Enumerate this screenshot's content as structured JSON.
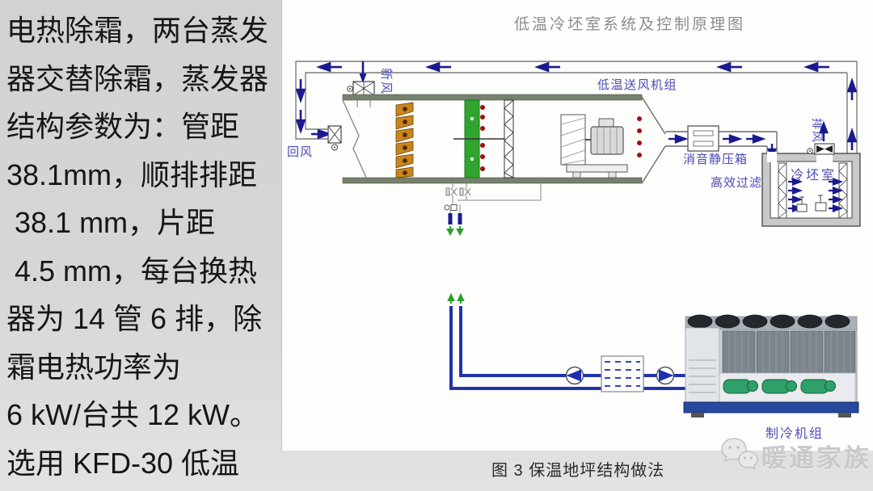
{
  "left_panel": {
    "lines": [
      "电热除霜，两台蒸发",
      "器交替除霜，蒸发器",
      "结构参数为：管距",
      "38.1mm，顺排排距",
      " 38.1 mm，片距",
      " 4.5 mm，每台换热",
      "器为 14 管 6 排，除",
      "霜电热功率为",
      "6 kW/台共 12 kW。",
      "选用 KFD-30 低温"
    ]
  },
  "diagram": {
    "title": "低温冷坯室系统及控制原理图",
    "labels": {
      "fresh_air": "新风",
      "return_air": "回风",
      "ahu": "低温送风机组",
      "silencer": "消音静压箱",
      "hepa": "高效过滤",
      "exhaust": "排风",
      "cold_room": "冷坯室",
      "chiller": "制冷机组"
    }
  },
  "caption": "图 3 保温地坪结构做法",
  "watermark": "暖通家族",
  "colors": {
    "label_blue": "#4a4ab8",
    "arrow_navy": "#1a1a8e",
    "filter_green": "#2fa42f",
    "louver_orange": "#c8841e",
    "heater_dot_red": "#a01010",
    "rail_olive": "#75816d",
    "pipe_blue": "#2233aa",
    "valve_green": "#2ca02c",
    "chiller_base_blue": "#24499e",
    "compressor_green": "#2fa06a"
  }
}
